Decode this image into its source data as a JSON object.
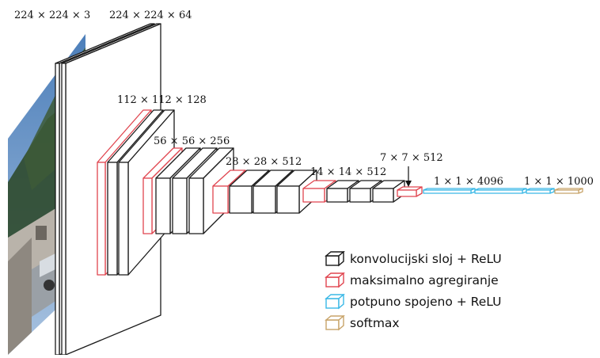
{
  "dimension_labels": {
    "input": "224 × 224 × 3",
    "conv1": "224 × 224 × 64",
    "conv2": "112 × 112 × 128",
    "conv3": "56 × 56 × 256",
    "conv4": "28 × 28 × 512",
    "conv5": "14 × 14 × 512",
    "pool5": "7 × 7 × 512",
    "fc": "1 × 1 × 4096",
    "softmax": "1 × 1 × 1000"
  },
  "legend": [
    {
      "key": "conv",
      "label": "konvolucijski sloj + ReLU",
      "color": "#1a1a1a"
    },
    {
      "key": "pool",
      "label": "maksimalno agregiranje",
      "color": "#e0454f"
    },
    {
      "key": "fc",
      "label": "potpuno spojeno + ReLU",
      "color": "#3ab8e6"
    },
    {
      "key": "softmax",
      "label": "softmax",
      "color": "#c8a46a"
    }
  ],
  "colors": {
    "conv": "#1a1a1a",
    "pool": "#e0454f",
    "fc": "#3ab8e6",
    "softmax": "#c8a46a",
    "photo_sky": "#5e8fc4",
    "photo_tree": "#2f4a2c",
    "photo_building": "#b9b3aa"
  }
}
